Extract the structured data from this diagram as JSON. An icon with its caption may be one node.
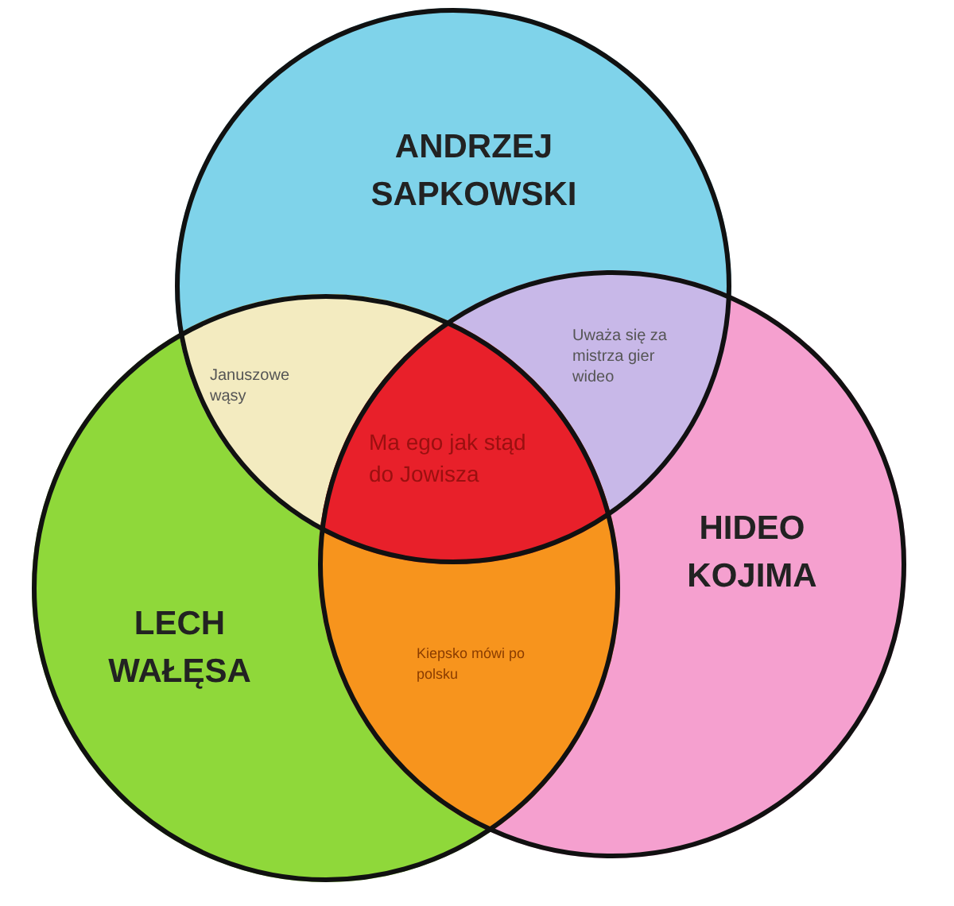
{
  "diagram": {
    "nodes": [
      {
        "text": [
          "ANDRZEJ SAPKOWSKI"
        ]
      },
      {
        "text": [
          "LECH WAŁĘSA"
        ]
      },
      {
        "text": [
          "HIDEO KOJIMA"
        ]
      }
    ],
    "edges": [],
    "labels": [
      "Januszowe wąsy",
      "Uważa się za mistrza gier wideo",
      "Ma ego jak stąd do Jowisza",
      "Kiepsko mówi po polsku"
    ]
  }
}
